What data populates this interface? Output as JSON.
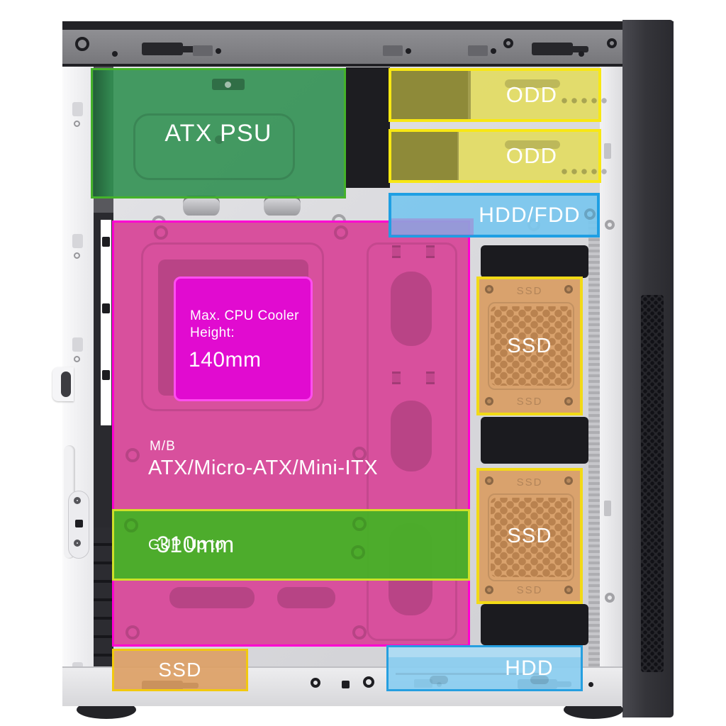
{
  "diagram": {
    "description": "PC case interior component layout diagram",
    "regions": {
      "atx_psu": {
        "label": "ATX PSU",
        "fill_color": "#2c8e4e",
        "border_color": "#45b22a"
      },
      "odd_top": {
        "label": "ODD",
        "fill_color": "#e3dc58",
        "border_color": "#f8e713"
      },
      "odd_bottom": {
        "label": "ODD",
        "fill_color": "#e3dc58",
        "border_color": "#f8e713"
      },
      "hdd_fdd": {
        "label": "HDD/FDD",
        "fill_color": "#7ac7ee",
        "border_color": "#1f9fe3"
      },
      "motherboard": {
        "type_label": "M/B",
        "label": "ATX/Micro-ATX/Mini-ITX",
        "fill_color": "#d8509d",
        "border_color": "#ff00d2"
      },
      "cpu_cooler": {
        "label_line1": "Max. CPU Cooler",
        "label_line2": "Height:",
        "value": "140mm",
        "fill_color": "#e10bd0",
        "border_color": "#ff4df0"
      },
      "gpu": {
        "label": "GUP Up to",
        "value": "310mm",
        "fill_color": "#46b126",
        "border_color": "#cfe029"
      },
      "ssd_right_upper": {
        "label": "SSD",
        "embossed_label": "SSD",
        "fill_color": "#d9a26d",
        "border_color": "#f2da16"
      },
      "ssd_right_lower": {
        "label": "SSD",
        "embossed_label": "SSD",
        "fill_color": "#d9a26d",
        "border_color": "#f2da16"
      },
      "ssd_bottom": {
        "label": "SSD",
        "fill_color": "#dd9f63",
        "border_color": "#f2c90f"
      },
      "hdd_bottom": {
        "label": "HDD",
        "fill_color": "#8bcef0",
        "border_color": "#269fe0"
      }
    }
  }
}
